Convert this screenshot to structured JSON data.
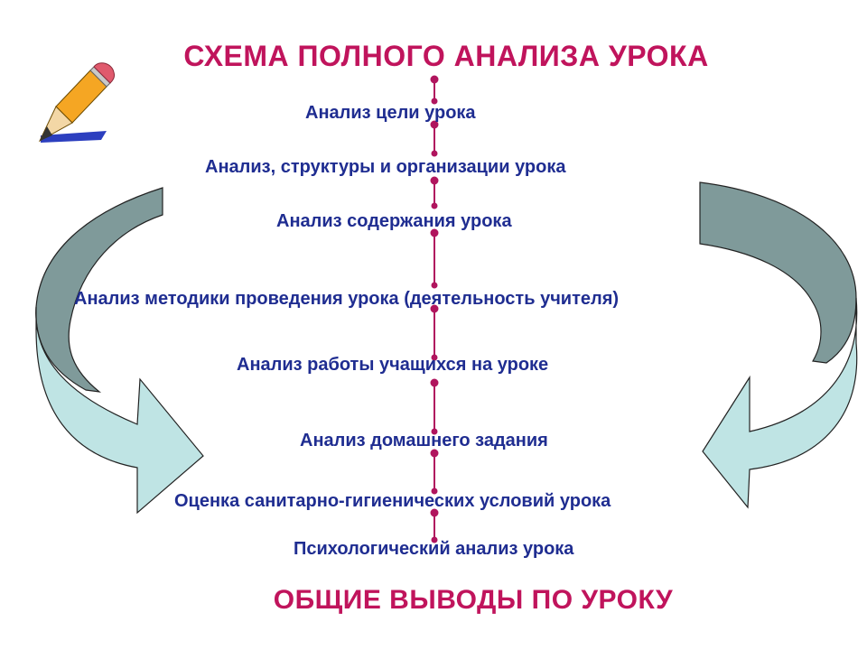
{
  "title": "СХЕМА ПОЛНОГО АНАЛИЗА УРОКА",
  "steps": [
    "Анализ цели урока",
    "Анализ, структуры и организации урока",
    "Анализ содержания урока",
    "Анализ методики проведения урока (деятельность учителя)",
    "Анализ работы учащихся на уроке",
    "Анализ домашнего задания",
    "Оценка санитарно-гигиенических условий урока",
    "Психологический анализ урока"
  ],
  "conclusion": "ОБЩИЕ ВЫВОДЫ ПО УРОКУ",
  "colors": {
    "title": "#c0145c",
    "steps_text": "#1f2d91",
    "connector": "#b0155e",
    "arrow_dark": "#7f9a9a",
    "arrow_light": "#bfe4e4"
  },
  "icons": [
    "pencil-icon"
  ]
}
